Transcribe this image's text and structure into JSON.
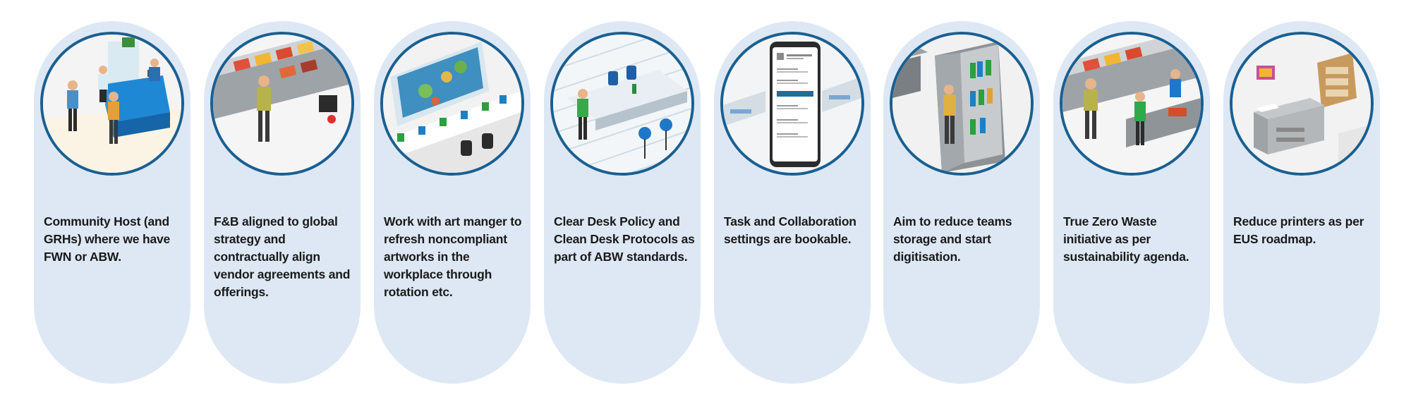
{
  "cards": [
    {
      "text": "Community Host (and GRHs) where we have FWN or ABW.",
      "scene": "reception-desk"
    },
    {
      "text": "F&B aligned to global strategy and contractually align vendor agreements and offerings.",
      "scene": "food-counter"
    },
    {
      "text": "Work with art manger to refresh noncompliant artworks in the workplace through rotation etc.",
      "scene": "artwork-wall"
    },
    {
      "text": "Clear Desk Policy and Clean Desk Protocols as part of ABW standards.",
      "scene": "clean-desk"
    },
    {
      "text": "Task and Collaboration settings are bookable.",
      "scene": "booking-phone"
    },
    {
      "text": "Aim to reduce teams storage and start digitisation.",
      "scene": "storage-cabinet"
    },
    {
      "text": "True Zero Waste initiative as per sustainability agenda.",
      "scene": "zero-waste-counter"
    },
    {
      "text": "Reduce printers as per EUS roadmap.",
      "scene": "printer"
    }
  ],
  "colors": {
    "pill": "#dde8f4",
    "ring": "#1a5f91",
    "text": "#1a1a1a"
  }
}
